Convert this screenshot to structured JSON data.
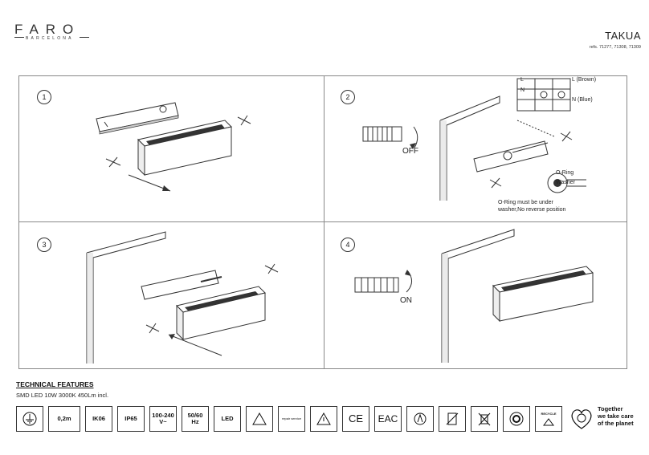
{
  "header": {
    "brand": "FARO",
    "brand_sub": "BARCELONA",
    "product": "TAKUA",
    "refs": "refs. 71277, 71308, 71309"
  },
  "steps": [
    {
      "number": "1"
    },
    {
      "number": "2",
      "switch_label": "OFF",
      "terminal_l": "L (Brown)",
      "terminal_n": "N (Blue)",
      "term_l": "L",
      "term_n": "N",
      "oring_label": "O-Ring",
      "washer_label": "Washer",
      "note_line1": "O-Ring must be under",
      "note_line2": "washer,No reverse position"
    },
    {
      "number": "3"
    },
    {
      "number": "4",
      "switch_label": "ON"
    }
  ],
  "technical": {
    "title": "TECHNICAL FEATURES",
    "spec": "SMD LED 10W 3000K 450Lm incl."
  },
  "icons": [
    {
      "name": "earth-class-icon",
      "text": ""
    },
    {
      "name": "distance-icon",
      "text": "0,2m"
    },
    {
      "name": "ik-rating-icon",
      "text": "IK06"
    },
    {
      "name": "ip-rating-icon",
      "text": "IP65"
    },
    {
      "name": "voltage-icon",
      "text1": "100-240",
      "text2": "V~"
    },
    {
      "name": "frequency-icon",
      "text1": "50/60",
      "text2": "Hz"
    },
    {
      "name": "led-icon",
      "text": "LED"
    },
    {
      "name": "surface-temp-icon",
      "text": ""
    },
    {
      "name": "repair-service-icon",
      "text": "repair service"
    },
    {
      "name": "esd-icon",
      "text": ""
    },
    {
      "name": "ce-icon",
      "text": "CE"
    },
    {
      "name": "eac-icon",
      "text": "EAC"
    },
    {
      "name": "no-phosphorus-icon",
      "text": ""
    },
    {
      "name": "document-icon",
      "text": ""
    },
    {
      "name": "weee-bin-icon",
      "text": ""
    },
    {
      "name": "green-dot-icon",
      "text": ""
    },
    {
      "name": "recycle-icon",
      "text": "RECYCLE"
    }
  ],
  "tagline": [
    "Together",
    "we take care",
    "of the planet"
  ]
}
